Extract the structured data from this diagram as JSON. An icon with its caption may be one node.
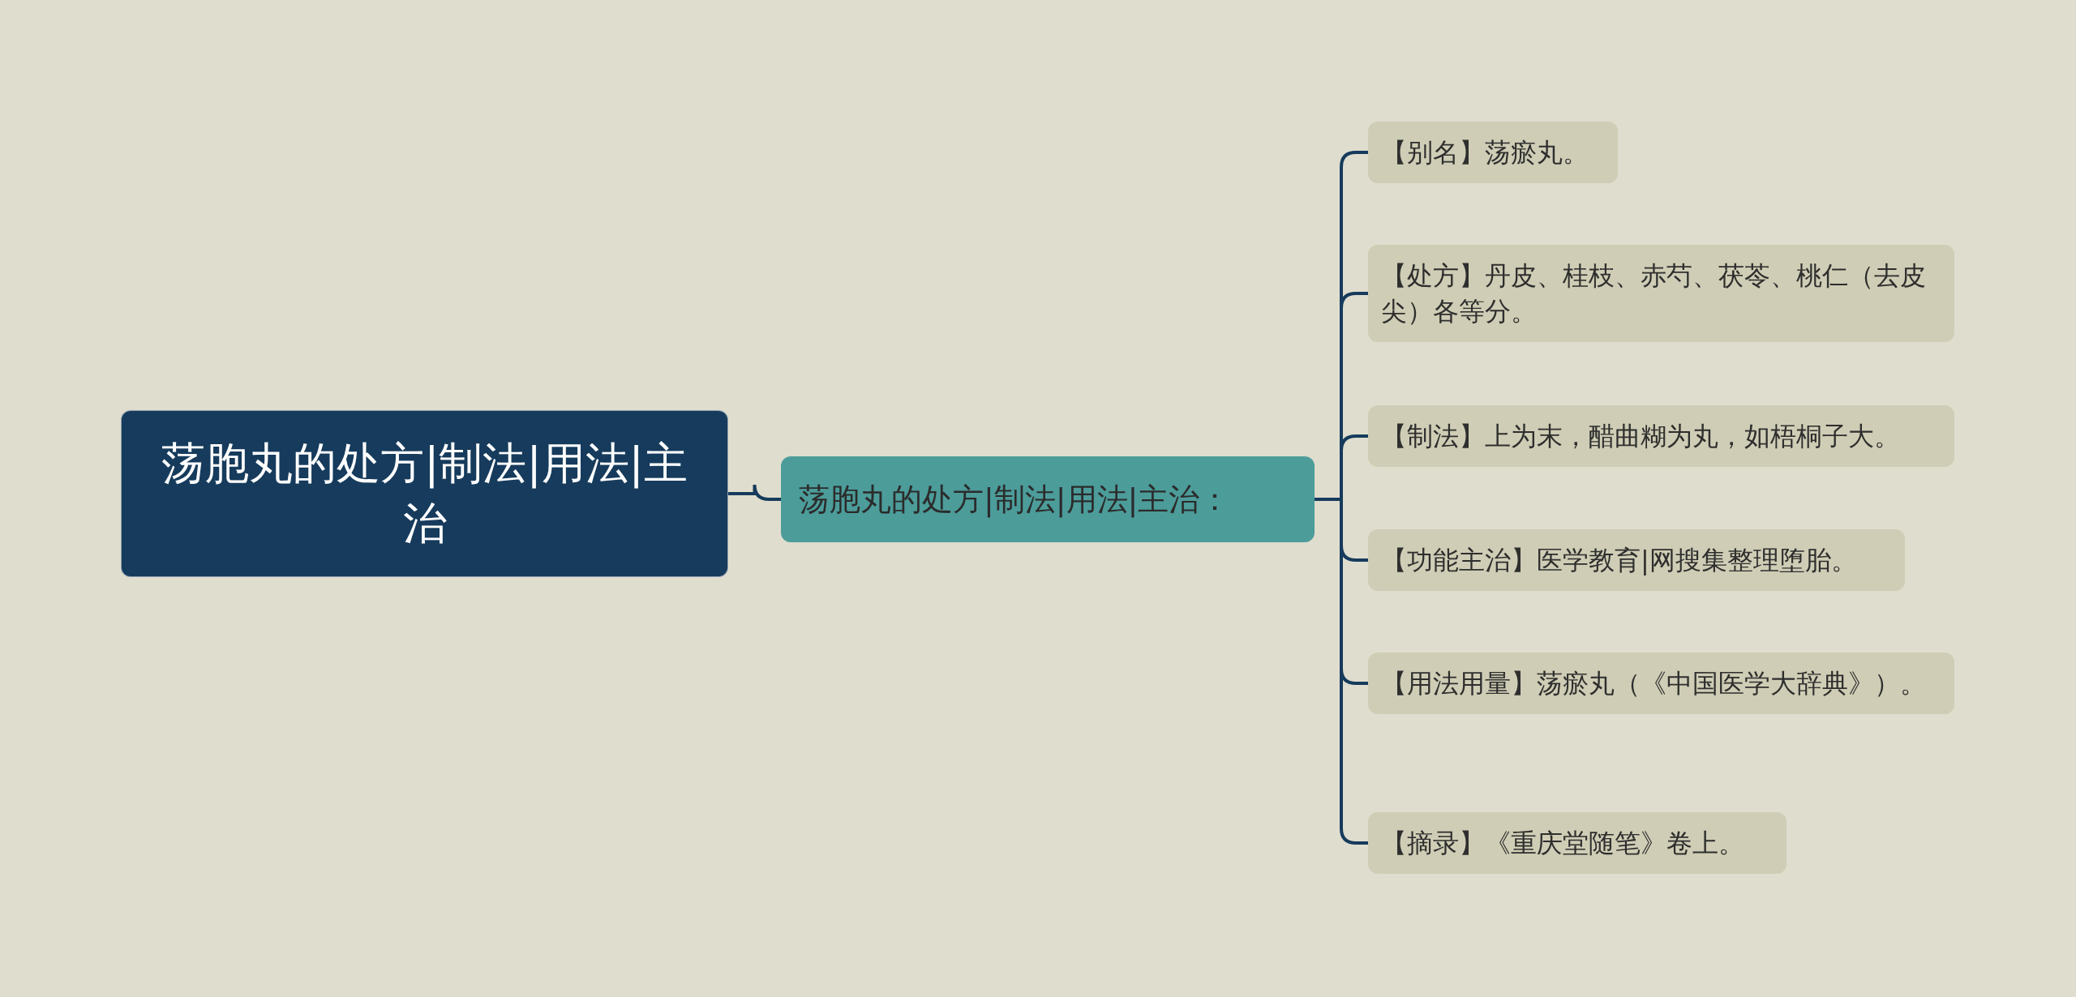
{
  "diagram": {
    "nodes": [
      {
        "text": [
          "荡胞丸的处方|制法|用法|主治"
        ]
      },
      {
        "text": [
          "荡胞丸的处方|制法|用法|主治："
        ]
      },
      {
        "text": [
          "【别名】荡瘀丸。"
        ]
      },
      {
        "text": [
          "【处方】丹皮、桂枝、赤芍、茯苓、桃仁（去皮尖）各等分。"
        ]
      },
      {
        "text": [
          "【制法】上为末，醋曲糊为丸，如梧桐子大。"
        ]
      },
      {
        "text": [
          "【功能主治】医学教育|网搜集整理堕胎。"
        ]
      },
      {
        "text": [
          "【用法用量】荡瘀丸（《中国医学大辞典》）。"
        ]
      },
      {
        "text": [
          "【摘录】《重庆堂随笔》卷上。"
        ]
      }
    ],
    "edges": [
      {
        "from": 0,
        "to": 1,
        "arrow": "none"
      },
      {
        "from": 1,
        "to": 2,
        "arrow": "none"
      },
      {
        "from": 1,
        "to": 3,
        "arrow": "none"
      },
      {
        "from": 1,
        "to": 4,
        "arrow": "none"
      },
      {
        "from": 1,
        "to": 5,
        "arrow": "none"
      },
      {
        "from": 1,
        "to": 6,
        "arrow": "none"
      },
      {
        "from": 1,
        "to": 7,
        "arrow": "none"
      }
    ]
  }
}
